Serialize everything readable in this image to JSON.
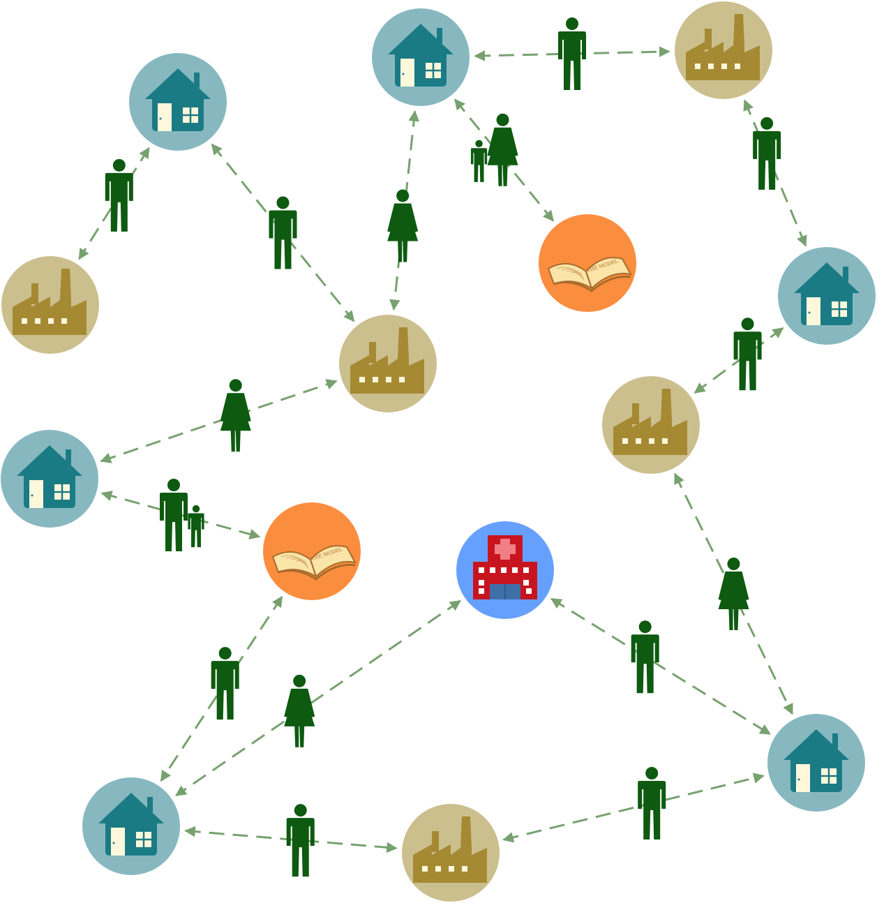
{
  "colors": {
    "edge": "#77a16f",
    "person": "#0d5a10",
    "home_bg": "#87b8c0",
    "home_fg": "#1b7b85",
    "home_door": "#fdf7dc",
    "work_bg": "#cbbf8e",
    "work_fg": "#a58a33",
    "work_window": "#fdf7dc",
    "school_bg": "#fb8d3f",
    "book_page": "#fbe4a8",
    "book_edge": "#a86c2c",
    "hospital_bg": "#66a0ff",
    "hospital_fg": "#c8141e",
    "hospital_door": "#3e6fa8"
  },
  "nodes": [
    {
      "id": "home-1",
      "kind": "home",
      "icon": "house-icon"
    },
    {
      "id": "home-2",
      "kind": "home",
      "icon": "house-icon"
    },
    {
      "id": "work-1",
      "kind": "work",
      "icon": "factory-icon"
    },
    {
      "id": "work-2",
      "kind": "work",
      "icon": "factory-icon"
    },
    {
      "id": "work-3",
      "kind": "work",
      "icon": "factory-icon"
    },
    {
      "id": "school-1",
      "kind": "school",
      "icon": "book-icon"
    },
    {
      "id": "home-3",
      "kind": "home",
      "icon": "house-icon"
    },
    {
      "id": "home-4",
      "kind": "home",
      "icon": "house-icon"
    },
    {
      "id": "work-4",
      "kind": "work",
      "icon": "factory-icon"
    },
    {
      "id": "school-2",
      "kind": "school",
      "icon": "book-icon"
    },
    {
      "id": "hospital-1",
      "kind": "hospital",
      "icon": "hospital-icon"
    },
    {
      "id": "home-5",
      "kind": "home",
      "icon": "house-icon"
    },
    {
      "id": "home-6",
      "kind": "home",
      "icon": "house-icon"
    },
    {
      "id": "work-5",
      "kind": "work",
      "icon": "factory-icon"
    }
  ],
  "edges": [
    {
      "from": "home-1",
      "to": "work-1",
      "person": "man"
    },
    {
      "from": "home-1",
      "to": "work-3",
      "person": "man"
    },
    {
      "from": "home-2",
      "to": "work-3",
      "person": "woman"
    },
    {
      "from": "home-2",
      "to": "work-2",
      "person": "man"
    },
    {
      "from": "home-2",
      "to": "school-1",
      "person": "woman-child"
    },
    {
      "from": "work-2",
      "to": "home-3",
      "person": "man"
    },
    {
      "from": "home-3",
      "to": "work-4",
      "person": "man"
    },
    {
      "from": "home-4",
      "to": "work-3",
      "person": "woman"
    },
    {
      "from": "home-4",
      "to": "school-2",
      "person": "man-child"
    },
    {
      "from": "work-4",
      "to": "home-6",
      "person": "woman"
    },
    {
      "from": "hospital-1",
      "to": "home-6",
      "person": "man"
    },
    {
      "from": "school-2",
      "to": "home-5",
      "person": "man"
    },
    {
      "from": "hospital-1",
      "to": "home-5",
      "person": "woman"
    },
    {
      "from": "home-5",
      "to": "work-5",
      "person": "man"
    },
    {
      "from": "work-5",
      "to": "home-6",
      "person": "man"
    }
  ],
  "book_title": "THE MODEL"
}
